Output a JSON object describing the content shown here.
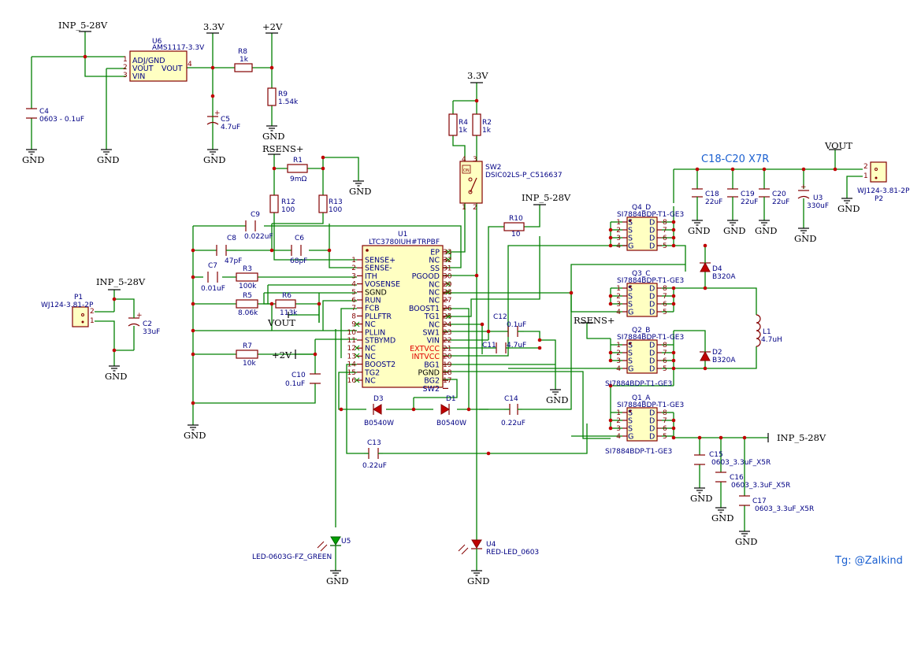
{
  "note": {
    "text": "C18-C20 X7R",
    "color": "#1a5fd0"
  },
  "author": {
    "text": "Tg: @Zalkind",
    "color": "#1a5fd0"
  },
  "colors": {
    "wire": "#008000",
    "body": "#840000",
    "pin_label": "#000084",
    "junction": "#c00000",
    "warn_pin": "#e00000"
  },
  "nets": {
    "inp_a": "INP_5-28V",
    "inp_b": "INP_5-28V",
    "inp_c": "INP_5-28V",
    "inp_d": "INP_5-28V",
    "v33_a": "3.3V",
    "v33_b": "3.3V",
    "v2_a": "+2V",
    "v2_b": "+2V",
    "vout_a": "VOUT",
    "vout_b": "VOUT",
    "rsens_a": "RSENS+",
    "rsens_b": "RSENS+",
    "gnd": "GND"
  },
  "u1": {
    "ref": "U1",
    "value": "LTC3780IUH#TRPBF",
    "left_pins": [
      {
        "num": "1",
        "name": "SENSE+",
        "tone": "blue"
      },
      {
        "num": "2",
        "name": "SENSE-",
        "tone": "blue"
      },
      {
        "num": "3",
        "name": "ITH",
        "tone": "blue"
      },
      {
        "num": "4",
        "name": "VOSENSE",
        "tone": "blue"
      },
      {
        "num": "5",
        "name": "SGND",
        "tone": "black"
      },
      {
        "num": "6",
        "name": "RUN",
        "tone": "blue"
      },
      {
        "num": "7",
        "name": "FCB",
        "tone": "blue"
      },
      {
        "num": "8",
        "name": "PLLFTR",
        "tone": "blue"
      },
      {
        "num": "9",
        "name": "NC",
        "tone": "blue"
      },
      {
        "num": "10",
        "name": "PLLIN",
        "tone": "blue"
      },
      {
        "num": "11",
        "name": "STBYMD",
        "tone": "blue"
      },
      {
        "num": "12",
        "name": "NC",
        "tone": "blue"
      },
      {
        "num": "13",
        "name": "NC",
        "tone": "blue"
      },
      {
        "num": "14",
        "name": "BOOST2",
        "tone": "blue"
      },
      {
        "num": "15",
        "name": "TG2",
        "tone": "blue"
      },
      {
        "num": "16",
        "name": "NC",
        "tone": "blue"
      }
    ],
    "right_pins": [
      {
        "num": "33",
        "name": "EP",
        "tone": "blue"
      },
      {
        "num": "32",
        "name": "NC",
        "tone": "blue"
      },
      {
        "num": "31",
        "name": "SS",
        "tone": "blue"
      },
      {
        "num": "30",
        "name": "PGOOD",
        "tone": "blue"
      },
      {
        "num": "29",
        "name": "NC",
        "tone": "blue"
      },
      {
        "num": "28",
        "name": "NC",
        "tone": "blue"
      },
      {
        "num": "27",
        "name": "NC",
        "tone": "blue"
      },
      {
        "num": "26",
        "name": "BOOST1",
        "tone": "blue"
      },
      {
        "num": "25",
        "name": "TG1",
        "tone": "blue"
      },
      {
        "num": "24",
        "name": "NC",
        "tone": "blue"
      },
      {
        "num": "23",
        "name": "SW1",
        "tone": "blue"
      },
      {
        "num": "22",
        "name": "VIN",
        "tone": "blue"
      },
      {
        "num": "21",
        "name": "EXTVCC",
        "tone": "red"
      },
      {
        "num": "20",
        "name": "INTVCC",
        "tone": "red"
      },
      {
        "num": "19",
        "name": "BG1",
        "tone": "blue"
      },
      {
        "num": "18",
        "name": "PGND",
        "tone": "black"
      },
      {
        "num": "17",
        "name": "BG2",
        "tone": "blue"
      },
      {
        "num": "",
        "name": "SW2",
        "tone": "blue"
      }
    ]
  },
  "u6": {
    "ref": "U6",
    "value": "AMS1117-3.3V",
    "p1": "ADJ/GND",
    "p2": "VOUT",
    "p3": "VIN",
    "p4": "VOUT",
    "n1": "1",
    "n2": "2",
    "n3": "3",
    "n4": "4"
  },
  "mosfets": [
    {
      "ref": "Q4_D",
      "value": "SI7884BDP-T1-GE3"
    },
    {
      "ref": "Q3_C",
      "value": "SI7884BDP-T1-GE3"
    },
    {
      "ref": "Q2_B",
      "value": "SI7884BDP-T1-GE3"
    },
    {
      "ref": "Q1_A",
      "value": "SI7884BDP-T1-GE3"
    }
  ],
  "fet_pins": {
    "s": "S",
    "d": "D",
    "g": "G",
    "n1": "1",
    "n2": "2",
    "n3": "3",
    "n4": "4",
    "n5": "5",
    "n6": "6",
    "n7": "7",
    "n8": "8"
  },
  "resistors": {
    "r1": {
      "ref": "R1",
      "value": "9mΩ"
    },
    "r2": {
      "ref": "R2",
      "value": "1k"
    },
    "r3": {
      "ref": "R3",
      "value": "100k"
    },
    "r4": {
      "ref": "R4",
      "value": "1k"
    },
    "r5": {
      "ref": "R5",
      "value": "8.06k"
    },
    "r6": {
      "ref": "R6",
      "value": "113k"
    },
    "r7": {
      "ref": "R7",
      "value": "10k"
    },
    "r8": {
      "ref": "R8",
      "value": "1k"
    },
    "r9": {
      "ref": "R9",
      "value": "1.54k"
    },
    "r10": {
      "ref": "R10",
      "value": "10"
    },
    "r12": {
      "ref": "R12",
      "value": "100"
    },
    "r13": {
      "ref": "R13",
      "value": "100"
    }
  },
  "capacitors": {
    "c2": {
      "ref": "C2",
      "value": "33uF"
    },
    "c3": {
      "ref": "U3",
      "value": "330uF"
    },
    "c4": {
      "ref": "C4",
      "value": "0603 - 0.1uF"
    },
    "c5": {
      "ref": "C5",
      "value": "4.7uF"
    },
    "c6": {
      "ref": "C6",
      "value": "68pF"
    },
    "c7": {
      "ref": "C7",
      "value": "0.01uF"
    },
    "c8": {
      "ref": "C8",
      "value": "47pF"
    },
    "c9": {
      "ref": "C9",
      "value": "0.022uF"
    },
    "c10": {
      "ref": "C10",
      "value": "0.1uF"
    },
    "c11": {
      "ref": "C11",
      "value": "4.7uF"
    },
    "c12": {
      "ref": "C12",
      "value": "0.1uF"
    },
    "c13": {
      "ref": "C13",
      "value": "0.22uF"
    },
    "c14": {
      "ref": "C14",
      "value": "0.22uF"
    },
    "c15": {
      "ref": "C15",
      "value": "0603_3.3uF_X5R"
    },
    "c16": {
      "ref": "C16",
      "value": "0603_3.3uF_X5R"
    },
    "c17": {
      "ref": "C17",
      "value": "0603_3.3uF_X5R"
    },
    "c18": {
      "ref": "C18",
      "value": "22uF"
    },
    "c19": {
      "ref": "C19",
      "value": "22uF"
    },
    "c20": {
      "ref": "C20",
      "value": "22uF"
    }
  },
  "diodes": {
    "d1": {
      "ref": "D1",
      "value": "B0540W"
    },
    "d2": {
      "ref": "D2",
      "value": "B320A"
    },
    "d3": {
      "ref": "D3",
      "value": "B0540W"
    },
    "d4": {
      "ref": "D4",
      "value": "B320A"
    }
  },
  "inductor": {
    "ref": "L1",
    "value": "4.7uH"
  },
  "leds": {
    "u5": {
      "ref": "U5",
      "value": "LED-0603G-FZ_GREEN",
      "color": "#00a000"
    },
    "u4": {
      "ref": "U4",
      "value": "RED-LED_0603",
      "color": "#c00000"
    }
  },
  "switch": {
    "ref": "SW2",
    "value": "DSIC02LS-P_C516637",
    "on": "ON",
    "n1": "1",
    "n2": "2",
    "n3": "3",
    "n4": "4"
  },
  "connectors": {
    "p1": {
      "ref": "P1",
      "value": "WJ124-3.81-2P",
      "n1": "1",
      "n2": "2"
    },
    "p2": {
      "ref": "P2",
      "value": "WJ124-3.81-2P",
      "n1": "1",
      "n2": "2"
    }
  }
}
